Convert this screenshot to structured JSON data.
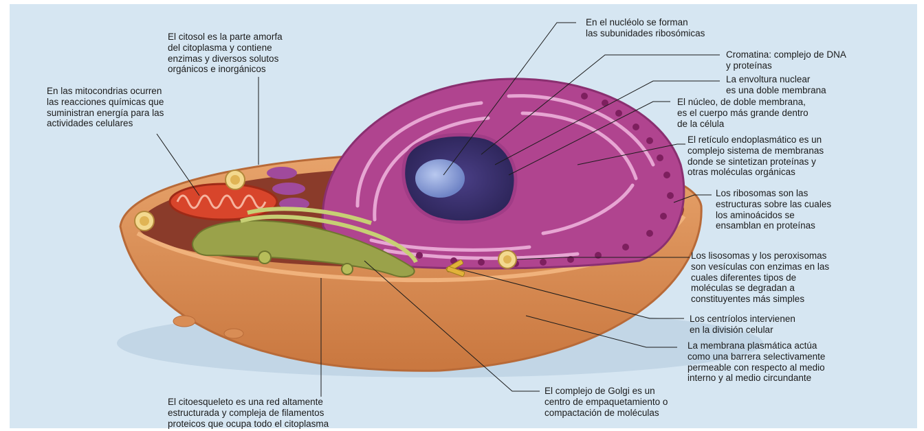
{
  "labels": {
    "nucleolo": "En el nucléolo se forman\nlas subunidades ribosómicas",
    "citosol": "El citosol es la parte amorfa\ndel citoplasma y contiene\nenzimas y diversos solutos\norgánicos e inorgánicos",
    "cromatina": "Cromatina: complejo de DNA\ny proteínas",
    "envoltura": "La envoltura nuclear\nes una doble membrana",
    "mitocondrias": "En las mitocondrias ocurren\nlas reacciones químicas que\nsuministran energía para las\nactividades celulares",
    "nucleo": "El núcleo, de doble membrana,\nes el cuerpo más grande dentro\nde la célula",
    "reticulo": "El retículo endoplasmático es un\ncomplejo sistema de membranas\ndonde se sintetizan proteínas y\notras moléculas orgánicas",
    "ribosomas": "Los ribosomas son las\nestructuras sobre las cuales\nlos aminoácidos se\nensamblan en proteínas",
    "lisosomas": "Los lisosomas y los peroxisomas\nson vesículas con enzimas en las\ncuales diferentes tipos de\nmoléculas se degradan a\nconstituyentes más simples",
    "centriolos": "Los centríolos intervienen\nen la división celular",
    "membrana": "La membrana plasmática actúa\ncomo una barrera selectivamente\npermeable con respecto al medio\ninterno y al medio circundante",
    "golgi": "El complejo de Golgi es un\ncentro de empaquetamiento o\ncompactación de moléculas",
    "citoesqueleto": "El citoesqueleto es una red altamente\nestructurada y compleja de filamentos\nproteicos que ocupa todo el citoplasma"
  },
  "colors": {
    "background": "#d6e6f2",
    "cell_wall": "#d98d55",
    "cytoplasm": "#8a3b2a",
    "reticulum": "#b0448f",
    "nucleus": "#3a2f6e",
    "nucleolus": "#8fa3d8",
    "golgi": "#9aa24a",
    "mitochondrion": "#d8452b",
    "leader_line": "#1b1b1b"
  }
}
